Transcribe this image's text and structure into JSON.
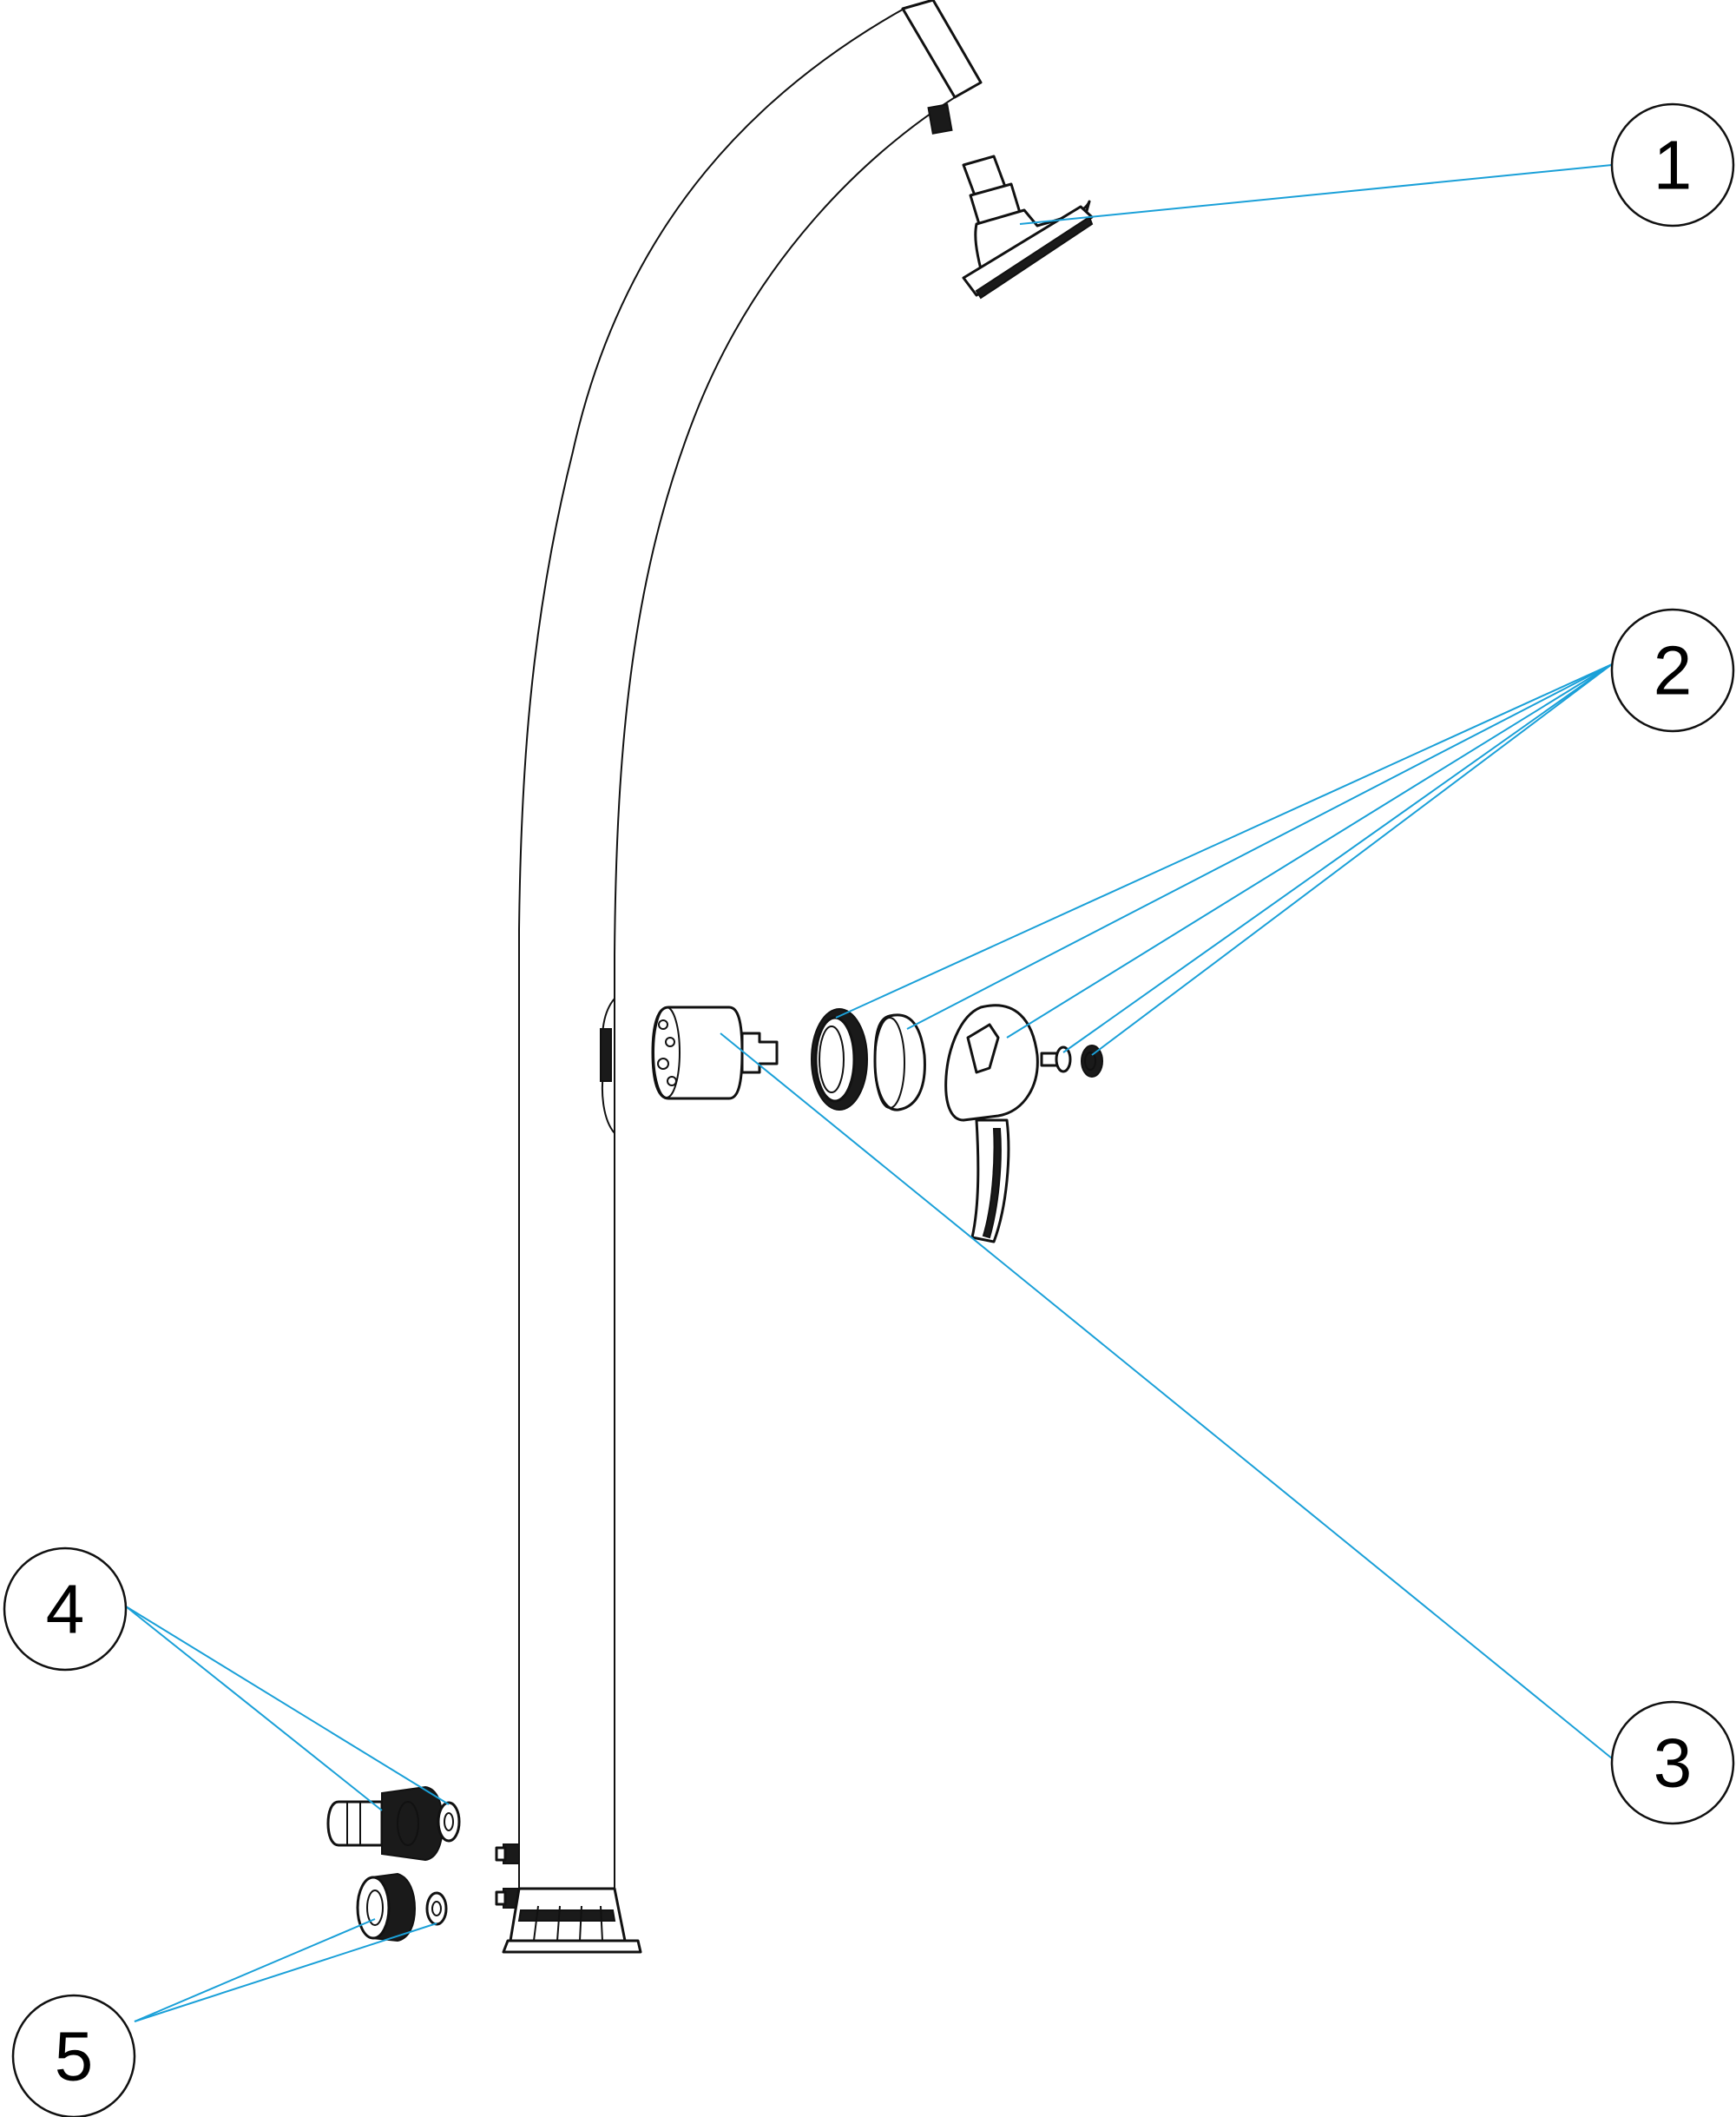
{
  "callouts": [
    {
      "id": "1",
      "label": "1"
    },
    {
      "id": "2",
      "label": "2"
    },
    {
      "id": "3",
      "label": "3"
    },
    {
      "id": "4",
      "label": "4"
    },
    {
      "id": "5",
      "label": "5"
    }
  ],
  "colors": {
    "leader_line": "#1aa0d8",
    "outline": "#111111",
    "background": "#ffffff"
  }
}
